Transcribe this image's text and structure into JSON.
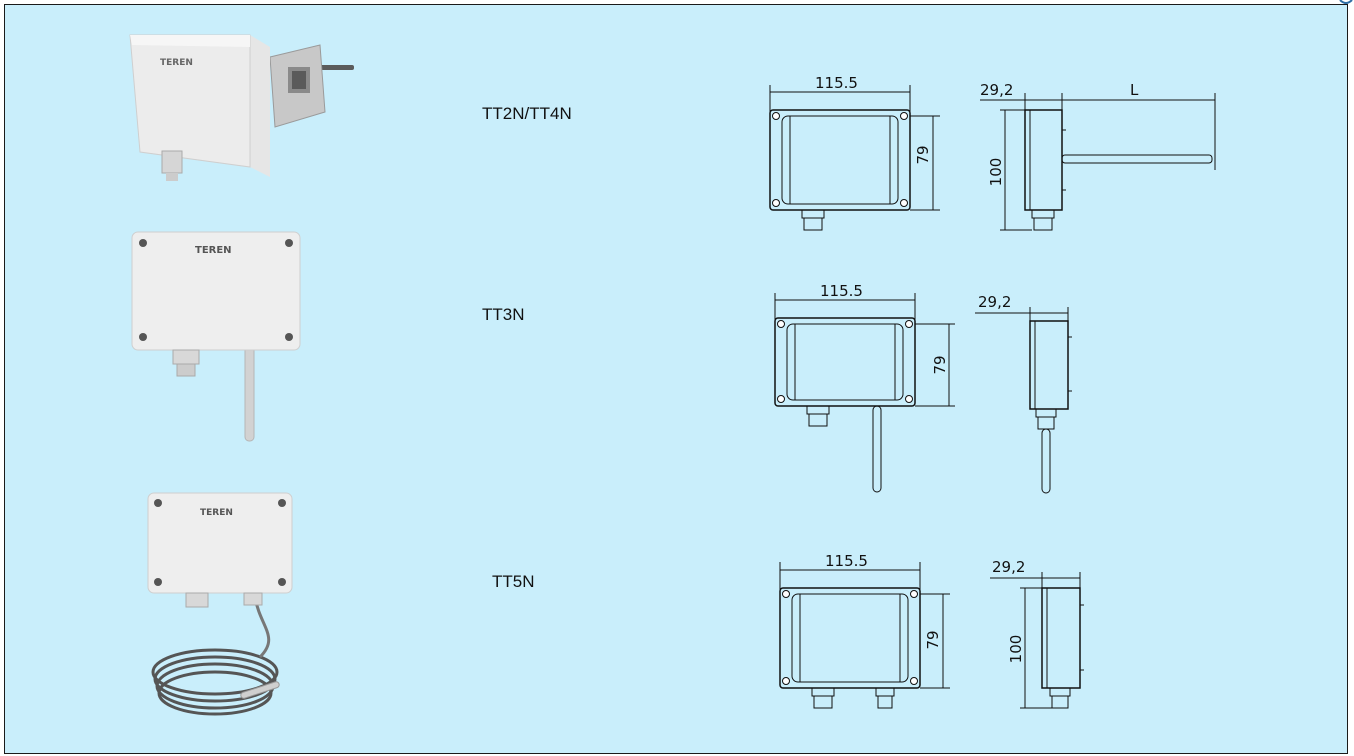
{
  "brand": "TEREN",
  "products": [
    {
      "model": "TT2N/TT4N",
      "dim_width": "115.5",
      "dim_height": "79",
      "side_depth": "29,2",
      "side_height": "100",
      "probe_length": "L"
    },
    {
      "model": "TT3N",
      "dim_width": "115.5",
      "dim_height": "79",
      "side_depth": "29,2"
    },
    {
      "model": "TT5N",
      "dim_width": "115.5",
      "dim_height": "79",
      "side_depth": "29,2",
      "side_height": "100"
    }
  ]
}
